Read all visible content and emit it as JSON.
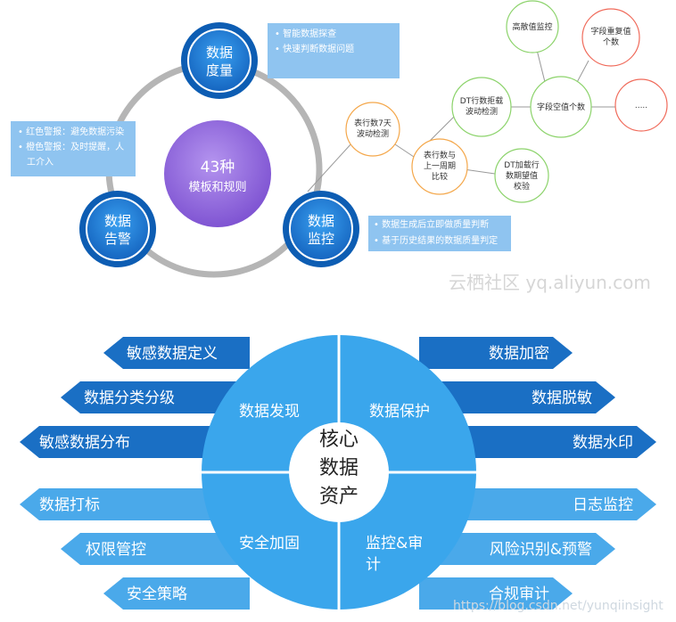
{
  "top": {
    "center": {
      "line1": "43种",
      "line2": "模板和规则"
    },
    "nodes": {
      "measure": {
        "line1": "数据",
        "line2": "度量"
      },
      "alert": {
        "line1": "数据",
        "line2": "告警"
      },
      "monitor": {
        "line1": "数据",
        "line2": "监控"
      }
    },
    "info": {
      "measure": [
        "智能数据探查",
        "快速判断数据问题"
      ],
      "alert": [
        "红色警报：避免数据污染",
        "橙色警报：及时提醒，人",
        "工介入"
      ],
      "monitor": [
        "数据生成后立即做质量判断",
        "基于历史结果的数据质量判定"
      ]
    },
    "checks": {
      "table_rows_7d": [
        "表行数7天",
        "波动检测"
      ],
      "table_rows_week": [
        "表行数与",
        "上一周期",
        "比较"
      ],
      "dt_rows": [
        "DT行数拒载",
        "波动检测"
      ],
      "dt_load": [
        "DT加载行",
        "数期望值",
        "校验"
      ],
      "field_null": [
        "字段空值个数"
      ],
      "high_dispersion": [
        "高散值监控"
      ],
      "field_dup": [
        "字段重复值",
        "个数"
      ],
      "more": [
        "....."
      ]
    },
    "watermark": "云栖社区 yq.aliyun.com"
  },
  "bottom": {
    "center": {
      "line1": "核心",
      "line2": "数据",
      "line3": "资产"
    },
    "quadrants": {
      "discover": "数据发现",
      "protect": "数据保护",
      "secure": "安全加固",
      "audit": [
        "监控&审",
        "计"
      ]
    },
    "left_items": [
      "敏感数据定义",
      "数据分类分级",
      "敏感数据分布",
      "数据打标",
      "权限管控",
      "安全策略"
    ],
    "right_items": [
      "数据加密",
      "数据脱敏",
      "数据水印",
      "日志监控",
      "风险识别&预警",
      "合规审计"
    ],
    "watermark": "https://blog.csdn.net/yunqiinsight"
  },
  "colors": {
    "node_blue": "#1e88e5",
    "center_purple": "#9a6de0",
    "ring_gray": "#b5b5b5",
    "info_box": "#8fc4f0",
    "dark_arrow": "#1a6fc4",
    "light_arrow": "#4aa9ea",
    "circle_blue": "#3aa6ec",
    "green_outline": "#8cd36b",
    "red_outline": "#f06a5a",
    "orange_outline": "#f4a74a"
  }
}
